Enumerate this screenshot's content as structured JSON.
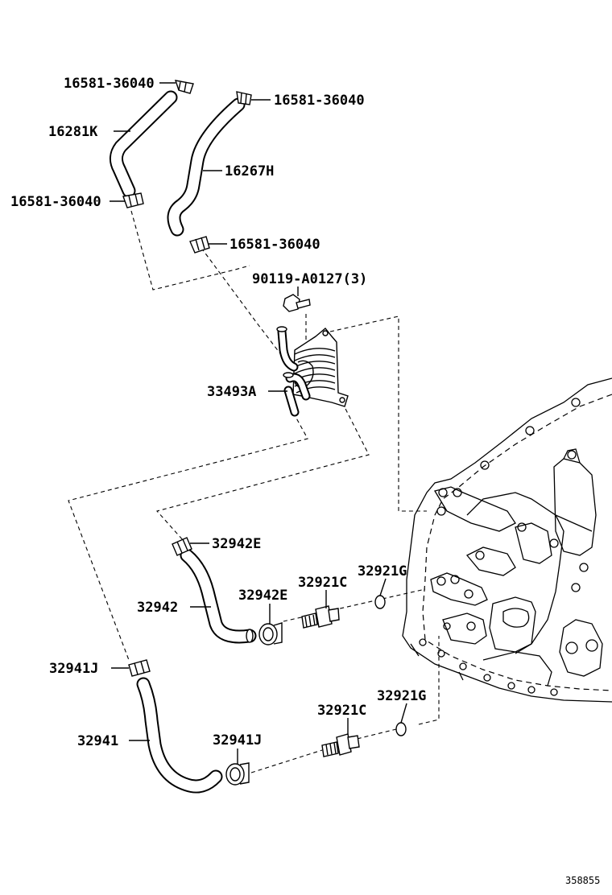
{
  "labels": {
    "clip_tl": "16581-36040",
    "clip_tr": "16581-36040",
    "clip_ml": "16581-36040",
    "clip_mr": "16581-36040",
    "hose_16281K": "16281K",
    "hose_16267H": "16267H",
    "bolt": "90119-A0127(3)",
    "cooler": "33493A",
    "clip_32942E_top": "32942E",
    "hose_32942": "32942",
    "clip_32942E_low": "32942E",
    "union_upper": "32921C",
    "gasket_upper": "32921G",
    "clip_32941J_top": "32941J",
    "hose_32941": "32941",
    "clip_32941J_low": "32941J",
    "union_lower": "32921C",
    "gasket_lower": "32921G",
    "ref_number": "358855"
  }
}
